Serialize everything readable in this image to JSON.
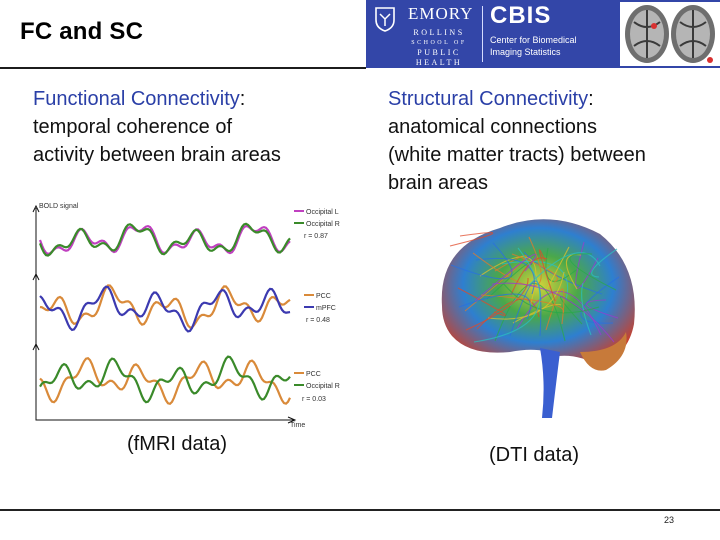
{
  "slide": {
    "title": "FC and SC",
    "page_number": "23"
  },
  "banner": {
    "emory": "EMORY",
    "rollins": "ROLLINS",
    "school_of": "SCHOOL OF",
    "public": "PUBLIC",
    "health": "HEALTH",
    "cbis": "CBIS",
    "cbis_line1": "Center for Biomedical",
    "cbis_line2": "Imaging Statistics",
    "color": "#3346a8"
  },
  "functional": {
    "heading_highlight": "Functional Connectivity",
    "heading_rest": ":",
    "line2": "temporal coherence of",
    "line3": "activity between brain areas",
    "caption": "(fMRI data)",
    "chart": {
      "y_label": "BOLD signal",
      "x_label": "Time",
      "panels": [
        {
          "series": [
            "Occipital L",
            "Occipital R"
          ],
          "colors": [
            "#c040c0",
            "#3a8a2a"
          ],
          "r": "r = 0.87"
        },
        {
          "series": [
            "PCC",
            "mPFC"
          ],
          "colors": [
            "#d98a3a",
            "#3c3ab0"
          ],
          "r": "r = 0.48"
        },
        {
          "series": [
            "PCC",
            "Occipital R"
          ],
          "colors": [
            "#d98a3a",
            "#3a8a2a"
          ],
          "r": "r = 0.03"
        }
      ]
    }
  },
  "structural": {
    "heading_highlight": "Structural Connectivity",
    "heading_rest": ":",
    "line2": "anatomical connections",
    "line3": "(white matter tracts) between",
    "line4": "brain areas",
    "caption": "(DTI data)"
  },
  "icons": [
    "emory-shield-icon",
    "brain-slices-icon",
    "dti-tractography-icon"
  ]
}
